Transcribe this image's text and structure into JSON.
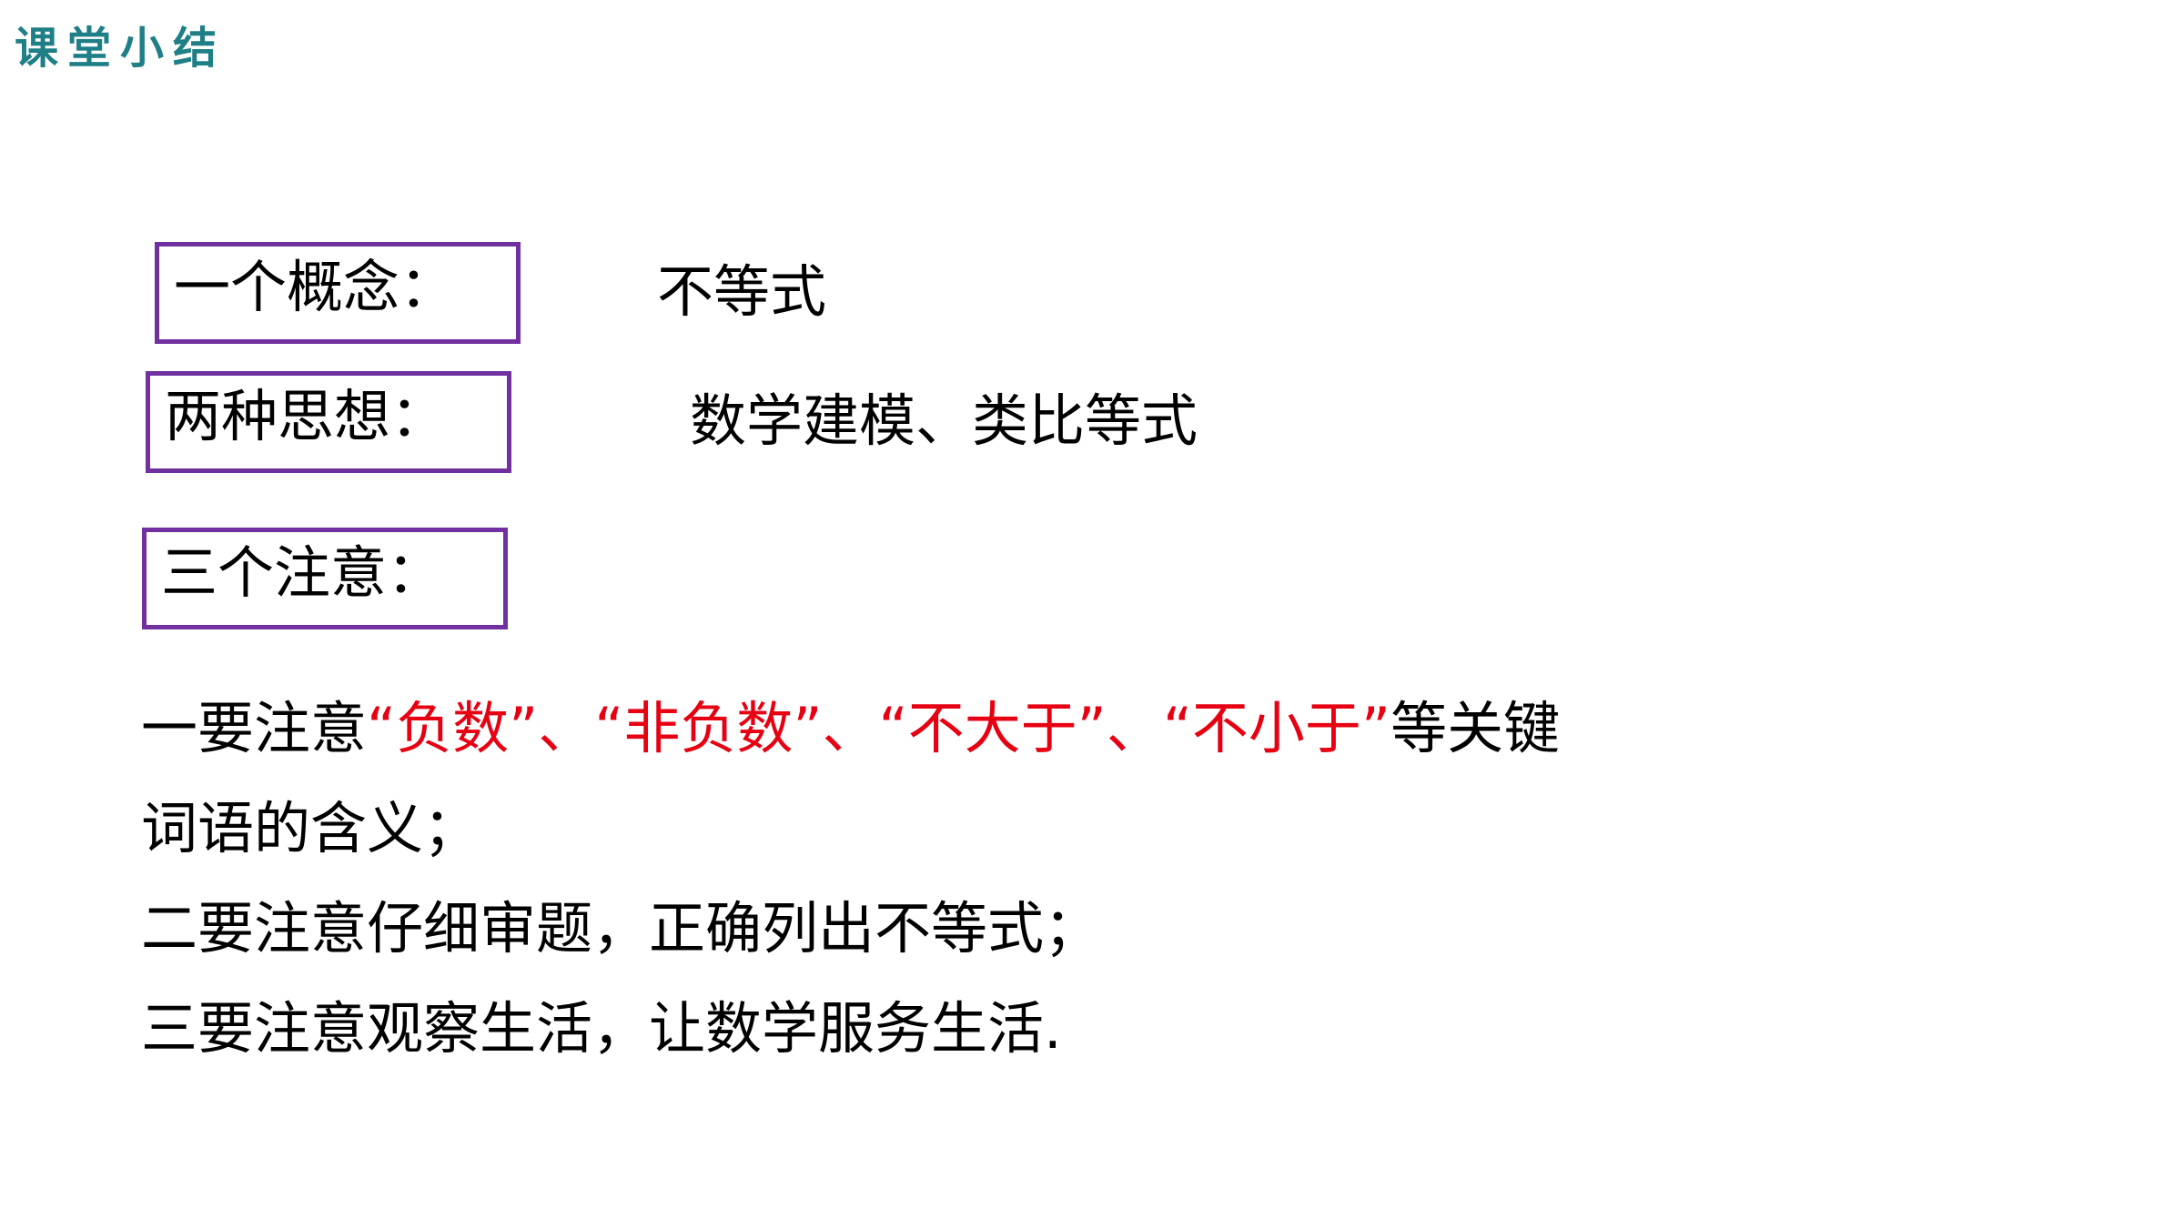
{
  "header": {
    "title": "课堂小结"
  },
  "summary": {
    "concept": {
      "label": "一个概念：",
      "value": "不等式"
    },
    "ideas": {
      "label": "两种思想：",
      "value": "数学建模、类比等式"
    },
    "cautions": {
      "label": "三个注意："
    }
  },
  "notes": {
    "line1": {
      "prefix": "一要注意",
      "term1": "“负数”",
      "sep1": "、",
      "term2": "“非负数”",
      "sep2": "、",
      "term3": "“不大于”",
      "sep3": "、",
      "term4": "“不小于”",
      "suffix": "等关键"
    },
    "line1_cont": "词语的含义；",
    "line2": "二要注意仔细审题，正确列出不等式；",
    "line3": "三要注意观察生活，让数学服务生活."
  },
  "colors": {
    "header": "#1f7f86",
    "box_border": "#7030a0",
    "highlight": "#e60012"
  }
}
